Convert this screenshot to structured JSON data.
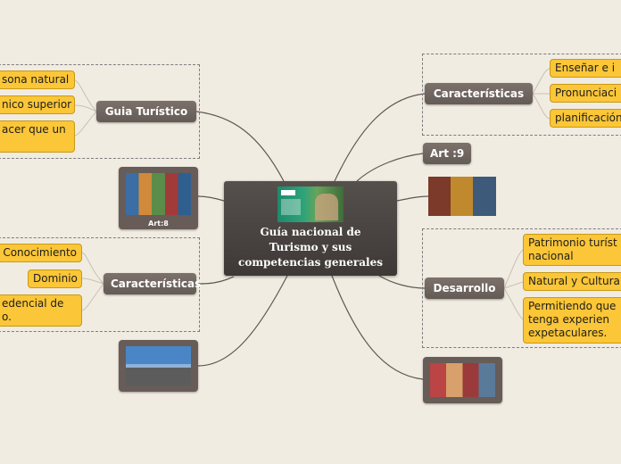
{
  "center": {
    "title": "Guía nacional de Turismo y sus competencias generales"
  },
  "guia_turistico": {
    "label": "Guia Turístico",
    "items": [
      "sona  natural",
      "nico superior",
      "acer que un"
    ]
  },
  "art8": {
    "caption": "Art:8"
  },
  "caracteristicas_left": {
    "label": "Características",
    "items": [
      "Conocimiento",
      "Dominio",
      "edencial de",
      "o."
    ]
  },
  "caracteristicas_right": {
    "label": "Características",
    "items": [
      "Enseñar e i",
      "Pronunciaci",
      "planificación"
    ]
  },
  "art9": {
    "label": "Art :9"
  },
  "desarrollo": {
    "label": "Desarrollo",
    "items": [
      [
        "Patrimonio turíst",
        "nacional"
      ],
      [
        "Natural y Cultura"
      ],
      [
        "Permitiendo que",
        "tenga  experien",
        "expetaculares."
      ]
    ]
  }
}
